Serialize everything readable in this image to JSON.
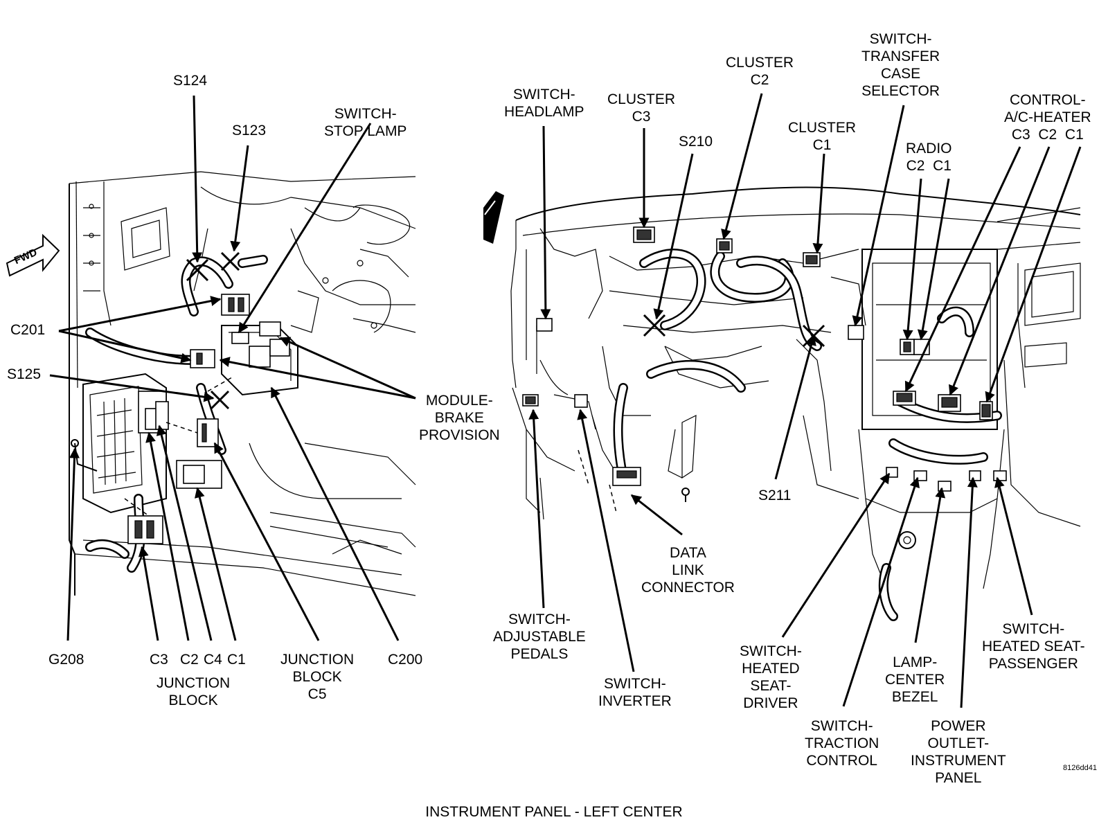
{
  "caption": "INSTRUMENT PANEL - LEFT CENTER",
  "figure_code": "8126dd41",
  "fwd_label": "FWD",
  "left_labels": {
    "s124": "S124",
    "s123": "S123",
    "switch_stop_lamp": [
      "SWITCH-",
      "STOP LAMP"
    ],
    "c201": "C201",
    "s125": "S125",
    "module_brake_provision": [
      "MODULE-",
      "BRAKE",
      "PROVISION"
    ],
    "g208": "G208",
    "jb_connectors": [
      "C3",
      "C2",
      "C4",
      "C1"
    ],
    "junction_block": [
      "JUNCTION",
      "BLOCK"
    ],
    "junction_block_c5": [
      "JUNCTION",
      "BLOCK",
      "C5"
    ],
    "c200": "C200"
  },
  "right_labels": {
    "switch_headlamp": [
      "SWITCH-",
      "HEADLAMP"
    ],
    "cluster_c3": [
      "CLUSTER",
      "C3"
    ],
    "cluster_c2": [
      "CLUSTER",
      "C2"
    ],
    "s210": "S210",
    "cluster_c1": [
      "CLUSTER",
      "C1"
    ],
    "switch_transfer_case_selector": [
      "SWITCH-",
      "TRANSFER",
      "CASE",
      "SELECTOR"
    ],
    "radio": [
      "RADIO",
      "C2  C1"
    ],
    "control_ac_heater": [
      "CONTROL-",
      "A/C-HEATER",
      "C3  C2  C1"
    ],
    "s211": "S211",
    "data_link_connector": [
      "DATA",
      "LINK",
      "CONNECTOR"
    ],
    "switch_adjustable_pedals": [
      "SWITCH-",
      "ADJUSTABLE",
      "PEDALS"
    ],
    "switch_inverter": [
      "SWITCH-",
      "INVERTER"
    ],
    "switch_heated_seat_driver": [
      "SWITCH-",
      "HEATED",
      "SEAT-",
      "DRIVER"
    ],
    "switch_traction_control": [
      "SWITCH-",
      "TRACTION",
      "CONTROL"
    ],
    "lamp_center_bezel": [
      "LAMP-",
      "CENTER",
      "BEZEL"
    ],
    "power_outlet_instrument_panel": [
      "POWER",
      "OUTLET-",
      "INSTRUMENT",
      "PANEL"
    ],
    "switch_heated_seat_passenger": [
      "SWITCH-",
      "HEATED SEAT-",
      "PASSENGER"
    ]
  }
}
